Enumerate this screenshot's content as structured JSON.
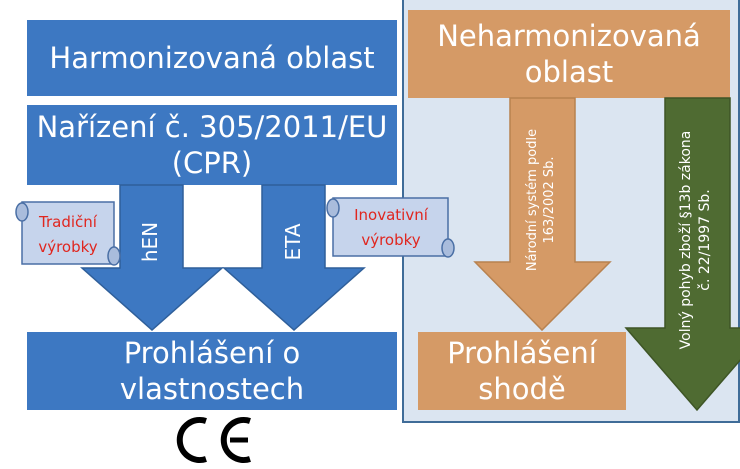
{
  "harmonized": {
    "title": "Harmonizovaná oblast",
    "regulation_line1": "Nařízení č. 305/2011/EU",
    "regulation_line2": "(CPR)",
    "arrow_left_label": "hEN",
    "arrow_right_label": "ETA",
    "scroll_left_line1": "Tradiční",
    "scroll_left_line2": "výrobky",
    "scroll_right_line1": "Inovativní",
    "scroll_right_line2": "výrobky",
    "declaration_line1": "Prohlášení o",
    "declaration_line2": "vlastnostech",
    "ce_mark": "CE"
  },
  "non_harmonized": {
    "title_line1": "Neharmonizovaná",
    "title_line2": "oblast",
    "national_arrow_line1": "Národní systém podle",
    "national_arrow_line2": "163/2002 Sb.",
    "free_movement_line1": "Volný pohyb zboží §13b zákona",
    "free_movement_line2": "č. 22/1997 Sb.",
    "conformity_line1": "Prohlášení",
    "conformity_line2": "shodě"
  },
  "colors": {
    "blue": "#3d78c2",
    "orange": "#d59a66",
    "green": "#4f6b32",
    "panel": "#dbe5f1",
    "scroll_fill": "#c6d4ec",
    "scroll_text": "#e0261f"
  }
}
